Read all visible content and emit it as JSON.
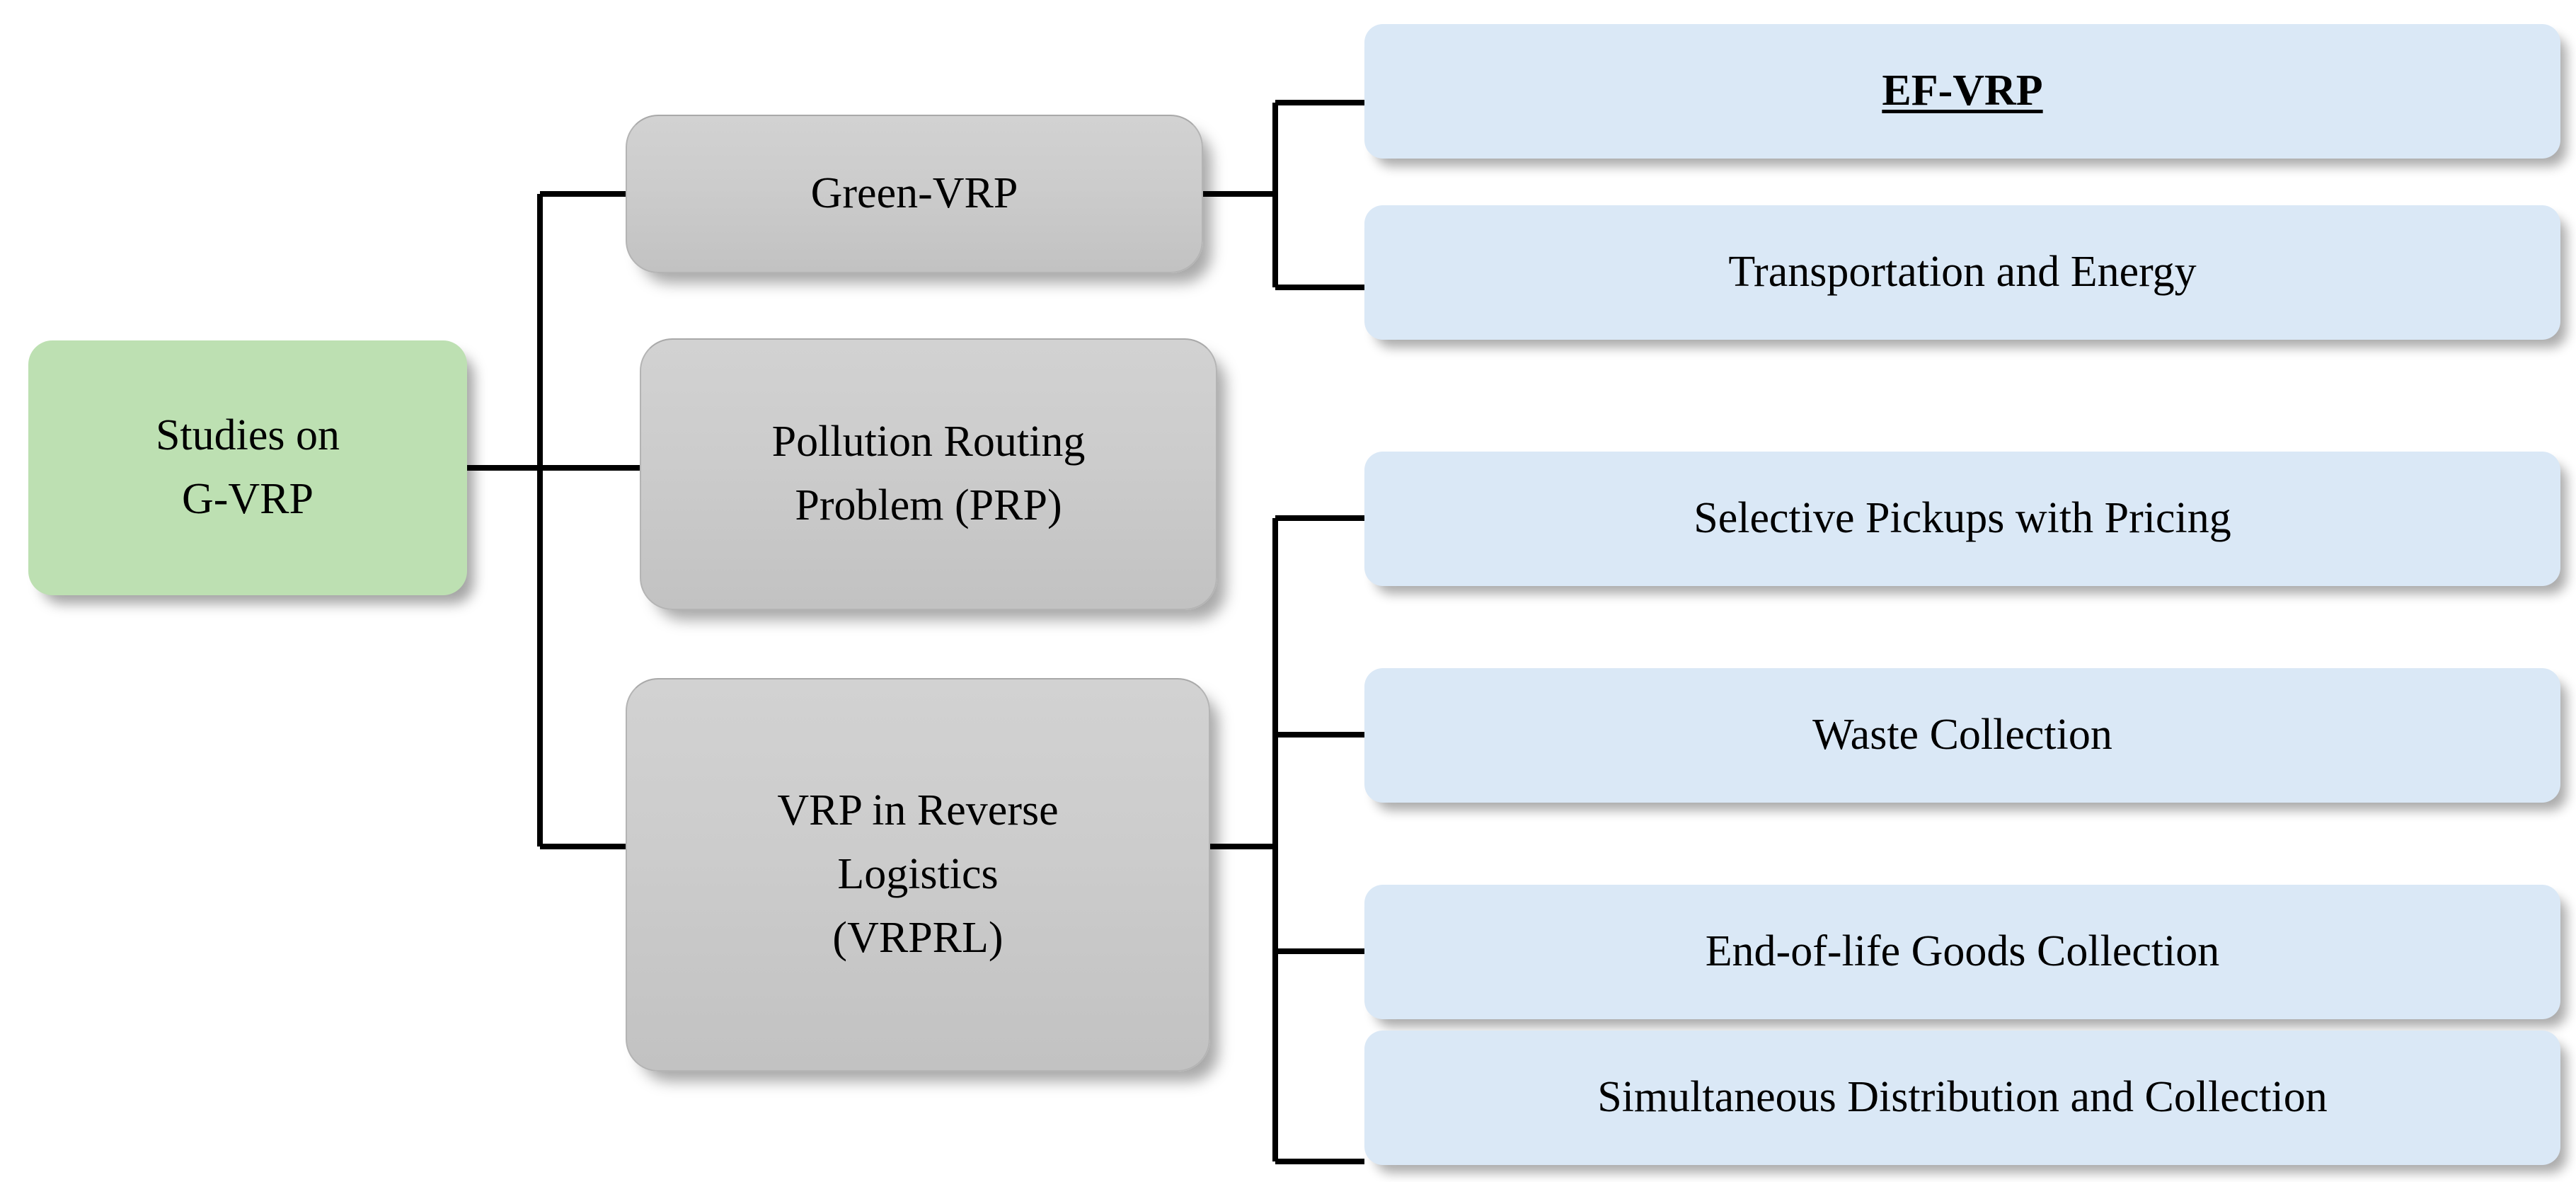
{
  "diagram": {
    "type": "tree",
    "orientation": "left-to-right",
    "title": "Studies on G-VRP taxonomy",
    "colors": {
      "root_fill": "#bde0b2",
      "branch_fill": "#cccccc",
      "branch_border": "#b4b4b4",
      "leaf_fill": "#dae8f6",
      "connector": "#000000",
      "text": "#000000",
      "background": "#ffffff"
    },
    "root": {
      "id": "studies-on-g-vrp",
      "line1": "Studies on",
      "line2": "G-VRP"
    },
    "branches": [
      {
        "id": "green-vrp",
        "label": "Green-VRP",
        "lines": [
          "Green-VRP"
        ]
      },
      {
        "id": "pollution-routing-problem",
        "label": "Pollution Routing Problem (PRP)",
        "lines": [
          "Pollution Routing",
          "Problem (PRP)"
        ]
      },
      {
        "id": "vrp-in-reverse-logistics",
        "label": "VRP in Reverse Logistics (VRPRL)",
        "lines": [
          "VRP in Reverse",
          "Logistics",
          "(VRPRL)"
        ]
      }
    ],
    "leaves_green_vrp": [
      {
        "id": "ef-vrp",
        "label": "EF-VRP",
        "emphasis": true
      },
      {
        "id": "transportation-and-energy",
        "label": "Transportation and Energy",
        "emphasis": false
      }
    ],
    "leaves_vrprl": [
      {
        "id": "selective-pickups-with-pricing",
        "label": "Selective Pickups with Pricing",
        "emphasis": false
      },
      {
        "id": "waste-collection",
        "label": "Waste Collection",
        "emphasis": false
      },
      {
        "id": "end-of-life-goods-collection",
        "label": "End-of-life Goods Collection",
        "emphasis": false
      },
      {
        "id": "simultaneous-distribution-and-collection",
        "label": "Simultaneous Distribution and Collection",
        "emphasis": false
      }
    ]
  }
}
